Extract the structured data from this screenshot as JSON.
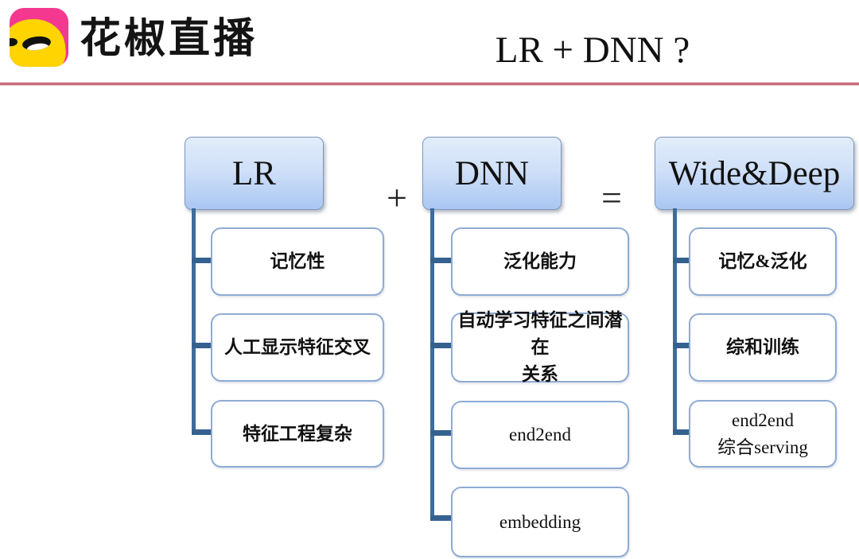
{
  "header": {
    "brand": "花椒直播",
    "logo_icon": "huajiao-bird-icon",
    "title": "LR + DNN ?",
    "accent_pink": "#f5388f",
    "rule_color": "#c96e7f"
  },
  "diagram": {
    "type": "hierarchy",
    "connector_color": "#3d6c9e",
    "parent_fill_top": "#e3edfb",
    "parent_fill_bottom": "#aac7f2",
    "child_border_color": "#8fabd4",
    "operators": {
      "plus": "+",
      "equals": "="
    },
    "columns": [
      {
        "parent": "LR",
        "children": [
          [
            "记忆性"
          ],
          [
            "人工显示特征交叉"
          ],
          [
            "特征工程复杂"
          ]
        ]
      },
      {
        "parent": "DNN",
        "children": [
          [
            "泛化能力"
          ],
          [
            "自动学习特征之间潜在",
            "关系"
          ],
          [
            "end2end"
          ],
          [
            "embedding"
          ]
        ]
      },
      {
        "parent": "Wide&Deep",
        "children": [
          [
            "记忆&泛化"
          ],
          [
            "综和训练"
          ],
          [
            "end2end",
            "综合serving"
          ]
        ]
      }
    ]
  }
}
